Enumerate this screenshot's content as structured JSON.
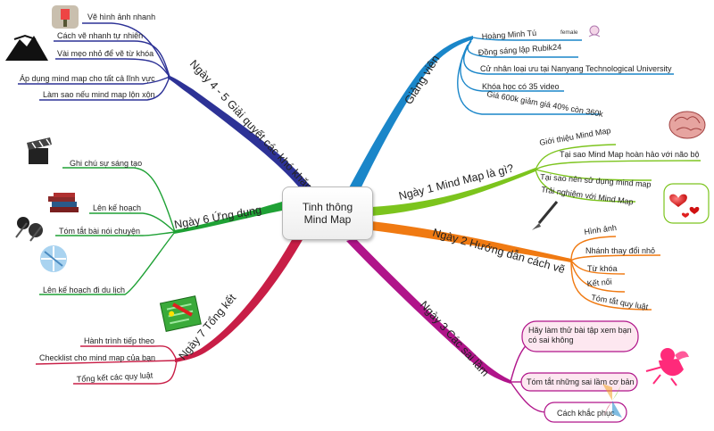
{
  "center": {
    "line1": "Tinh thông",
    "line2": "Mind Map"
  },
  "branches": {
    "giang_vien": {
      "label": "Giảng viên",
      "color": "#1a86c9",
      "items": [
        "Hoàng Minh Tú",
        "Đồng sáng lập Rubik24",
        "Cử nhân loại ưu tại Nanyang Technological University",
        "Khóa học có 35 video",
        "Giá 600k giảm giá 40% còn 360k"
      ],
      "badge": "female"
    },
    "ngay1": {
      "label": "Ngày 1 Mind Map là gì?",
      "color": "#7cc41d",
      "items": [
        "Giới thiệu Mind Map",
        "Tại sao Mind Map hoàn hảo với não bộ",
        "Tại sao nên sử dụng mind map",
        "Trải nghiệm với Mind Map"
      ]
    },
    "ngay2": {
      "label": "Ngày 2 Hướng dẫn cách vẽ",
      "color": "#f07a12",
      "items": [
        "Hình ảnh",
        "Nhánh thay đổi nhỏ",
        "Từ khóa",
        "Kết nối",
        "Tóm tắt quy luật"
      ]
    },
    "ngay3": {
      "label": "Ngày 3 Các sai lầm",
      "color": "#b0148a",
      "items": [
        "Hãy làm thử bài tập xem bạn có sai không",
        "Tóm tắt những sai lầm cơ bản",
        "Cách khắc phục"
      ]
    },
    "ngay4": {
      "label": "Ngày 4 - 5 Giải quyết các khó khăn",
      "color": "#2d3296",
      "items": [
        "Vẽ hình ảnh nhanh",
        "Cách vẽ nhanh tự nhiên",
        "Vài mẹo nhỏ để vẽ từ khóa",
        "Áp dụng mind map cho tất cả lĩnh vực",
        "Làm sao nếu mind map lộn xộn"
      ]
    },
    "ngay6": {
      "label": "Ngày 6 Ứng dụng",
      "color": "#1fa135",
      "items": [
        "Ghi chú sự sáng tạo",
        "Lên kế hoạch",
        "Tóm tắt bài nói chuyện",
        "Lên kế hoạch đi du lịch"
      ]
    },
    "ngay7": {
      "label": "Ngày 7 Tổng kết",
      "color": "#c81e46",
      "items": [
        "Hành trình tiếp theo",
        "Checklist cho mind map của bạn",
        "Tổng kết các quy luật"
      ]
    }
  }
}
